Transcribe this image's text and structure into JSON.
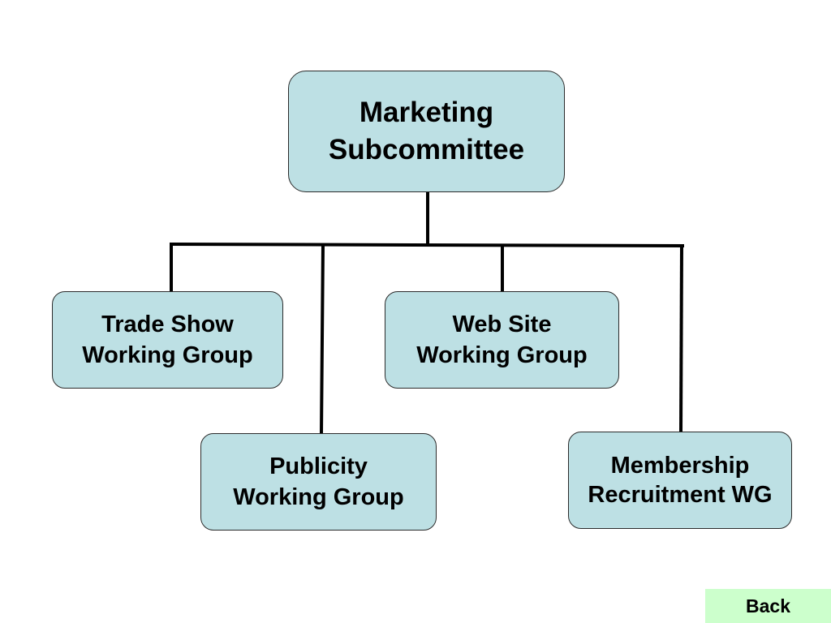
{
  "colors": {
    "node_fill": "#bde0e4",
    "node_border": "#2b2b2b",
    "connector": "#000000",
    "back_button_fill": "#ccffcc",
    "background": "#ffffff"
  },
  "diagram": {
    "root": {
      "lines": [
        "Marketing",
        "Subcommittee"
      ]
    },
    "children": [
      {
        "id": "trade-show",
        "lines": [
          "Trade Show",
          "Working Group"
        ]
      },
      {
        "id": "publicity",
        "lines": [
          "Publicity",
          "Working Group"
        ]
      },
      {
        "id": "web-site",
        "lines": [
          "Web Site",
          "Working Group"
        ]
      },
      {
        "id": "membership",
        "lines": [
          "Membership",
          "Recruitment WG"
        ]
      }
    ]
  },
  "navigation": {
    "back_label": "Back"
  }
}
